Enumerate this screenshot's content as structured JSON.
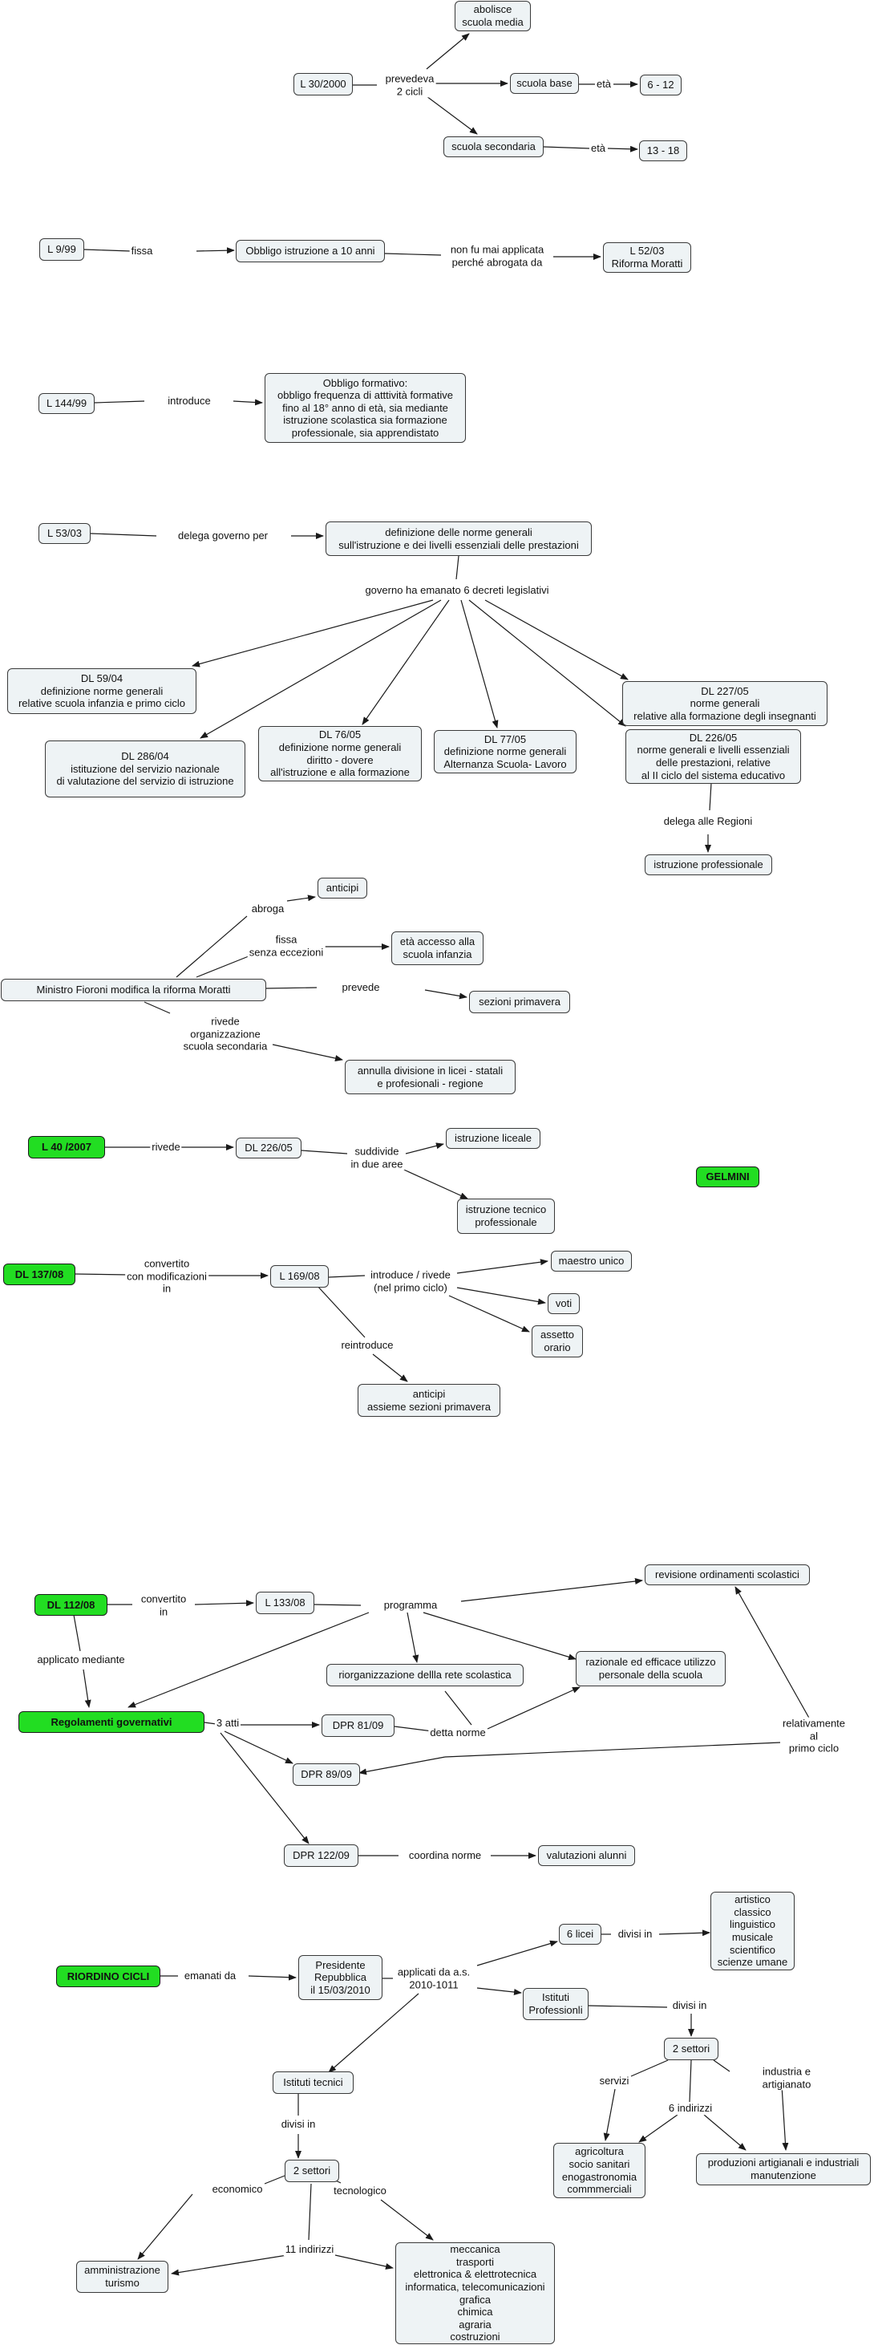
{
  "nodes": {
    "l30": "L 30/2000",
    "abolisce": "abolisce\nscuola media",
    "base": "scuola base",
    "age612": "6 - 12",
    "secondaria": "scuola secondaria",
    "age1318": "13 - 18",
    "l999": "L 9/99",
    "obbligo10": "Obbligo istruzione a 10 anni",
    "l5203": "L 52/03\nRiforma Moratti",
    "l14499": "L 144/99",
    "obbligoform": "Obbligo formativo:\nobbligo frequenza di atttività formative\nfino al 18° anno di età, sia mediante\nistruzione scolastica sia formazione\nprofessionale, sia apprendistato",
    "l5303": "L 53/03",
    "definizione": "definizione delle norme generali\nsull'istruzione e dei livelli essenziali delle prestazioni",
    "dl22705": "DL 227/05\nnorme generali\nrelative alla formazione degli insegnanti",
    "dl5904": "DL 59/04\ndefinizione norme generali\nrelative scuola infanzia e primo ciclo",
    "dl28604": "DL 286/04\nistituzione del servizio nazionale\ndi valutazione del servizio di istruzione",
    "dl7605": "DL 76/05\ndefinizione norme generali\ndiritto - dovere\nall'istruzione e alla formazione",
    "dl7705": "DL 77/05\ndefinizione norme generali\nAlternanza Scuola- Lavoro",
    "dl22605": "DL 226/05\nnorme generali e livelli essenziali\ndelle prestazioni, relative\nal II ciclo del sistema educativo",
    "istrprof": "istruzione professionale",
    "fioroni": "Ministro Fioroni modifica la riforma  Moratti",
    "anticipi1": "anticipi",
    "etaaccesso": "età accesso alla\nscuola infanzia",
    "sezprim": "sezioni primavera",
    "annulla": "annulla divisione in licei - statali\ne profesionali - regione",
    "l402007": "L 40 /2007",
    "dl22605b": "DL 226/05",
    "istrliceale": "istruzione liceale",
    "istrtecnico": "istruzione tecnico\nprofessionale",
    "gelmini": "GELMINI",
    "dl13708": "DL 137/08",
    "l16908": "L 169/08",
    "maestro": "maestro unico",
    "voti": "voti",
    "assetto": "assetto\norario",
    "anticipi2": "anticipi\nassieme sezioni primavera",
    "dl11208": "DL 112/08",
    "l13308": "L 133/08",
    "revisione": "revisione ordinamenti scolastici",
    "riorganizzazione": "riorganizzazione dellla rete  scolastica",
    "razionale": "razionale ed efficace utilizzo\npersonale della scuola",
    "regolamenti": "Regolamenti governativi",
    "dpr8109": "DPR 81/09",
    "dpr8909": "DPR 89/09",
    "dpr12209": "DPR 122/09",
    "valutazioni": "valutazioni alunni",
    "riordino": "RIORDINO CICLI",
    "presidente": "Presidente\nRepubblica\nil 15/03/2010",
    "licei6": "6 licei",
    "licei_list": "artistico\nclassico\nlinguistico\nmusicale\nscientifico\nscienze umane",
    "istprof": "Istituti\nProfessionli",
    "settori2a": "2 settori",
    "agricoltura": "agricoltura\nsocio sanitari\nenogastronomia\ncommmerciali",
    "produzioni": "produzioni artigianali e industriali\nmanutenzione",
    "isttecnici": "Istituti tecnici",
    "settori2b": "2 settori",
    "amministrazione": "amministrazione\nturismo",
    "meccanica": "meccanica\ntrasporti\nelettronica & elettrotecnica\ninformatica, telecomunicazioni\ngrafica\nchimica\nagraria\ncostruzioni"
  },
  "labels": {
    "prevedeva": "prevedeva\n2 cicli",
    "eta1": "età",
    "eta2": "età",
    "fissa1": "fissa",
    "nonfu": "non fu mai applicata\nperché abrogata da",
    "introduce": "introduce",
    "delega": "delega governo per",
    "emanato": "governo ha emanato 6 decreti legislativi",
    "delegareg": "delega alle Regioni",
    "abroga": "abroga",
    "fissa2": "fissa\nsenza eccezioni",
    "prevede": "prevede",
    "rivede": "rivede\norganizzazione\nscuola secondaria",
    "rivede2": "rivede",
    "suddivide": "suddivide\nin due aree",
    "convertito1": "convertito\ncon modificazioni\nin",
    "introduce2": "introduce / rivede\n(nel primo ciclo)",
    "reintroduce": "reintroduce",
    "convertito2": "convertito\nin",
    "programma": "programma",
    "applicato": "applicato mediante",
    "atti3": "3 atti",
    "detta": "detta norme",
    "relativamente": "relativamente al\nprimo ciclo",
    "coordina": "coordina norme",
    "emanati": "emanati da",
    "applicati": "applicati da a.s.\n2010-1011",
    "divisiin1": "divisi in",
    "divisiin2": "divisi in",
    "servizi": "servizi",
    "indirizzi6": "6 indirizzi",
    "industria": "industria e artigianato",
    "divisiin3": "divisi in",
    "economico": "economico",
    "tecnologico": "tecnologico",
    "indirizzi11": "11 indirizzi"
  },
  "colors": {
    "node_fill": "#eef3f5",
    "highlight": "#22dd22",
    "line": "#1a1a1a"
  }
}
